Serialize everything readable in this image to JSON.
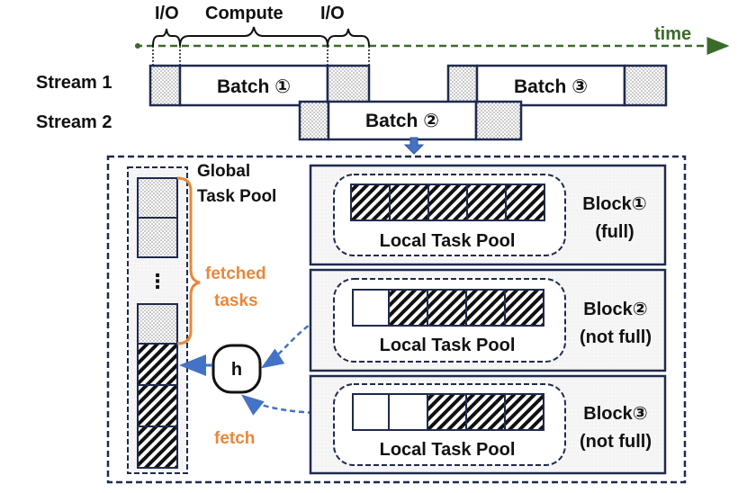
{
  "timeline": {
    "io_left": "I/O",
    "compute": "Compute",
    "io_right": "I/O",
    "time": "time"
  },
  "streams": {
    "stream1": "Stream 1",
    "stream2": "Stream 2",
    "batch1": "Batch ①",
    "batch2": "Batch ②",
    "batch3": "Batch ③"
  },
  "global_pool": {
    "title_line1": "Global",
    "title_line2": "Task Pool",
    "ellipsis": "⋮",
    "fetched_line1": "fetched",
    "fetched_line2": "tasks",
    "fetch": "fetch",
    "h": "h"
  },
  "blocks": [
    {
      "name_line1": "Block①",
      "name_line2": "(full)",
      "pool_label": "Local Task Pool"
    },
    {
      "name_line1": "Block②",
      "name_line2": "(not full)",
      "pool_label": "Local Task Pool"
    },
    {
      "name_line1": "Block③",
      "name_line2": "(not full)",
      "pool_label": "Local Task Pool"
    }
  ],
  "colors": {
    "navy": "#1f2a4d",
    "time_green": "#3b6b2a",
    "orange": "#e8883a",
    "arrow_blue": "#4472c4",
    "block_bg": "#f4f4f4"
  }
}
